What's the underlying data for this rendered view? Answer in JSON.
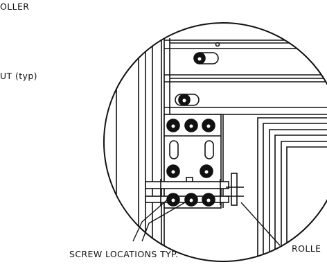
{
  "labels": {
    "top_left": "OLLER",
    "mid_left": "UT  (typ)",
    "screws": "SCREW  LOCATIONS  TYP.",
    "bottom_right": "ROLLE"
  },
  "colors": {
    "ink": "#111111",
    "paper": "#ffffff"
  }
}
